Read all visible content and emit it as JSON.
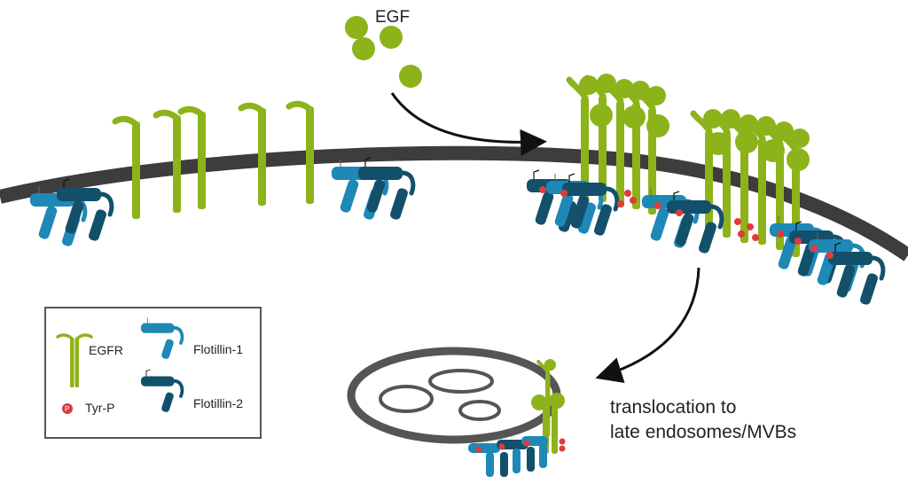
{
  "labels": {
    "ligand": "EGF",
    "caption_line1": "translocation to",
    "caption_line2": "late endosomes/MVBs"
  },
  "legend": {
    "egfr": "EGFR",
    "tyr_p": "Tyr-P",
    "tyr_p_symbol": "P",
    "flotillin1": "Flotillin-1",
    "flotillin2": "Flotillin-2"
  },
  "colors": {
    "egfr_green": "#8DB31A",
    "egf_green": "#8DB31A",
    "flotillin1_blue": "#1E88B6",
    "flotillin2_navy": "#13506B",
    "membrane_gray": "#3D3D3D",
    "tyr_p_red": "#E23A3A",
    "legend_border": "#555555"
  }
}
